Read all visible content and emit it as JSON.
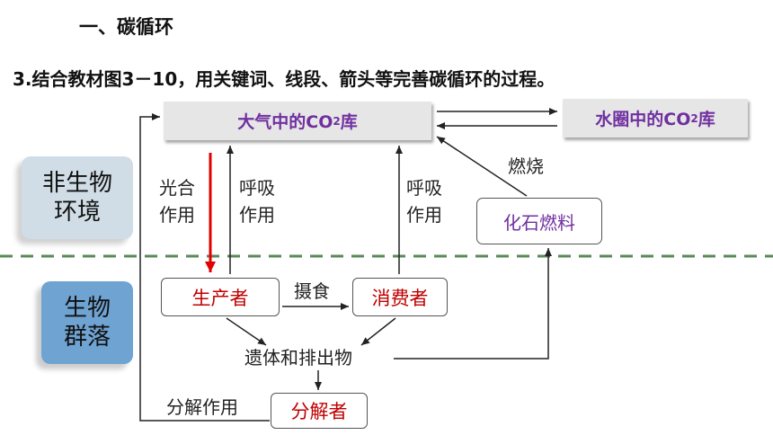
{
  "section_title": "一、碳循环",
  "question": "3.结合教材图3－10，用关键词、线段、箭头等完善碳循环的过程。",
  "boxes": {
    "atmosphere": {
      "prefix": "大气中的CO",
      "sub": "2",
      "suffix": "库"
    },
    "water": {
      "prefix": "水圈中的CO",
      "sub": "2",
      "suffix": "库"
    },
    "fossil": "化石燃料",
    "producer": "生产者",
    "consumer": "消费者",
    "decomposer": "分解者"
  },
  "zones": {
    "abiotic_line1": "非生物",
    "abiotic_line2": "环境",
    "biotic_line1": "生物",
    "biotic_line2": "群落"
  },
  "labels": {
    "photosynthesis_1": "光合",
    "photosynthesis_2": "作用",
    "respiration_a_1": "呼吸",
    "respiration_a_2": "作用",
    "respiration_b_1": "呼吸",
    "respiration_b_2": "作用",
    "combustion": "燃烧",
    "ingestion": "摄食",
    "remains": "遗体和排出物",
    "decomposition": "分解作用"
  },
  "colors": {
    "highlight_arrow": "#e00000",
    "box_text_purple": "#7030a0",
    "box_text_red": "#c00000",
    "divider": "#5a8a5a"
  }
}
